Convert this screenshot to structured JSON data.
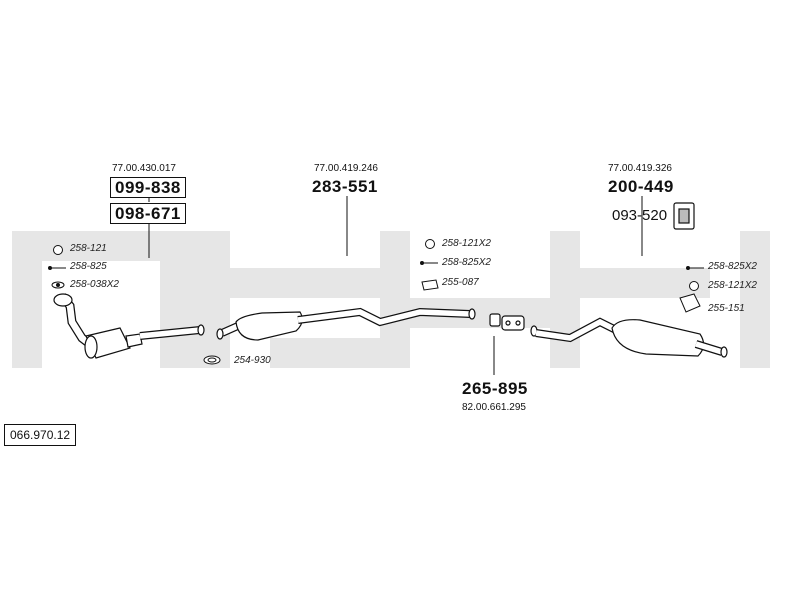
{
  "catalog_number": "066.970.12",
  "sections": {
    "front": {
      "oe_ref": "77.00.430.017",
      "parts": [
        "099-838",
        "098-671"
      ],
      "accessories": [
        "258-121",
        "258-825",
        "258-038X2",
        "254-930"
      ]
    },
    "middle": {
      "oe_ref": "77.00.419.246",
      "part": "283-551"
    },
    "connector": {
      "part": "265-895",
      "oe_ref": "82.00.661.295",
      "accessories": [
        "258-121X2",
        "258-825X2",
        "255-087"
      ]
    },
    "rear": {
      "oe_ref": "77.00.419.326",
      "part": "200-449",
      "secondary_part": "093-520",
      "accessories": [
        "258-825X2",
        "258-121X2",
        "255-151"
      ]
    }
  },
  "colors": {
    "background_stripes": "#e6e6e6",
    "line": "#111111",
    "part_fill": "#ffffff"
  }
}
